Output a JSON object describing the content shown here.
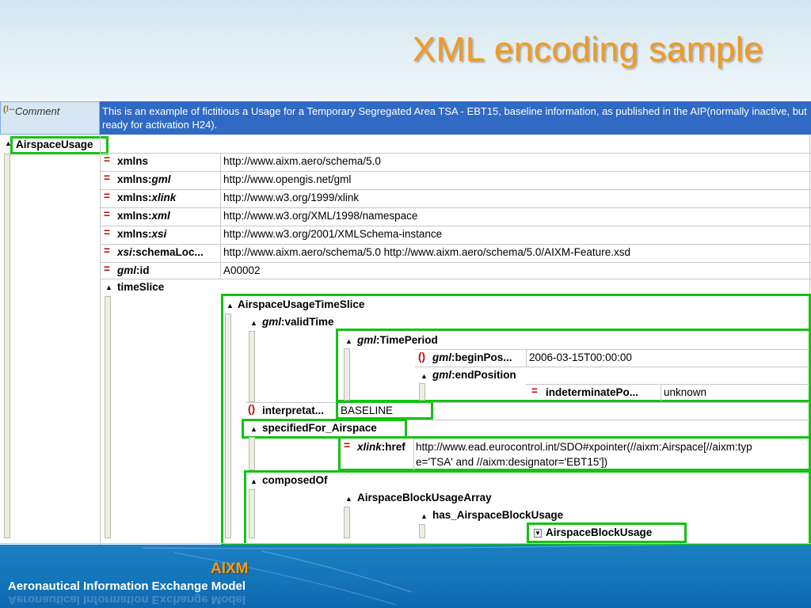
{
  "slide": {
    "title": "XML encoding sample",
    "footer_logo": "AIXM",
    "footer_subtitle": "Aeronautical Information Exchange Model"
  },
  "comment": {
    "label": "Comment",
    "text": "This is an example of fictitious a Usage for a Temporary Segregated Area TSA - EBT15, baseline information, as published in the AIP(normally inactive, but ready for activation H24)."
  },
  "root": {
    "name": "AirspaceUsage"
  },
  "attributes": [
    {
      "prefix": "xmlns",
      "suffix": "",
      "value": "http://www.aixm.aero/schema/5.0"
    },
    {
      "prefix": "xmlns:",
      "suffix": "gml",
      "value": "http://www.opengis.net/gml"
    },
    {
      "prefix": "xmlns:",
      "suffix": "xlink",
      "value": "http://www.w3.org/1999/xlink"
    },
    {
      "prefix": "xmlns:",
      "suffix": "xml",
      "value": "http://www.w3.org/XML/1998/namespace"
    },
    {
      "prefix": "xmlns:",
      "suffix": "xsi",
      "value": "http://www.w3.org/2001/XMLSchema-instance"
    },
    {
      "prefix": "xsi",
      "suffix": ":schemaLoc...",
      "value": "http://www.aixm.aero/schema/5.0 http://www.aixm.aero/schema/5.0/AIXM-Feature.xsd"
    },
    {
      "prefix": "gml",
      "suffix": ":id",
      "value": "A00002"
    }
  ],
  "tree": {
    "timeslice": "timeSlice",
    "usage_timeslice": "AirspaceUsageTimeSlice",
    "valid_time_ns": "gml",
    "valid_time": ":validTime",
    "time_period_ns": "gml",
    "time_period": ":TimePeriod",
    "begin_ns": "gml",
    "begin": ":beginPos...",
    "begin_value": "2006-03-15T00:00:00",
    "end_ns": "gml",
    "end": ":endPosition",
    "indeterminate": "indeterminatePo...",
    "indeterminate_value": "unknown",
    "interpretation": "interpretat...",
    "interpretation_value": "BASELINE",
    "specified_for": "specifiedFor_Airspace",
    "href_ns": "xlink",
    "href": ":href",
    "href_value_line1": "http://www.ead.eurocontrol.int/SDO#xpointer(//aixm:Airspace[//aixm:typ",
    "href_value_line2": "e='TSA' and //aixm:designator='EBT15'])",
    "composed_of": "composedOf",
    "block_usage_array": "AirspaceBlockUsageArray",
    "has_block_usage": "has_AirspaceBlockUsage",
    "block_usage": "AirspaceBlockUsage"
  },
  "colors": {
    "title": "#f39a1e",
    "highlight_box": "#12c412",
    "comment_background": "#316ac5",
    "footer_background": "#1474b8"
  },
  "icons": {
    "comment": "comment-icon",
    "expanded": "collapse-triangle-icon",
    "attribute": "equals-attribute-icon",
    "element": "brace-element-icon",
    "expand": "expand-button-icon"
  }
}
